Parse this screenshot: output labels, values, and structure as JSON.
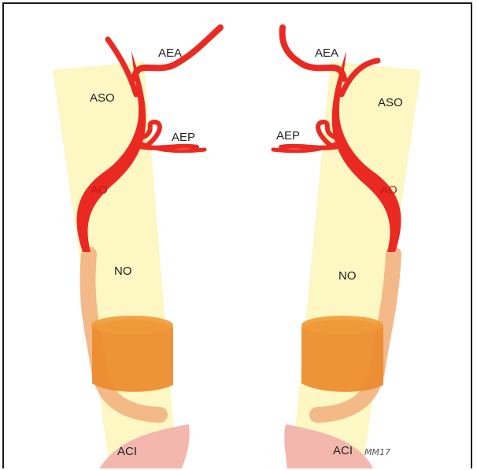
{
  "colors": {
    "beam": "#fbf6b8",
    "artery": "#ea2a22",
    "nerve": "#f2b584",
    "canal": "#ec8a2c",
    "carotid": "#f4b7ad"
  },
  "left": {
    "labels": {
      "aea": "AEA",
      "aso": "ASO",
      "aep": "AEP",
      "ao": "AO",
      "no": "NO",
      "aci": "ACI"
    }
  },
  "right": {
    "labels": {
      "aea": "AEA",
      "aso": "ASO",
      "aep": "AEP",
      "ao": "AO",
      "no": "NO",
      "aci": "ACI"
    }
  },
  "signature": "MM17"
}
